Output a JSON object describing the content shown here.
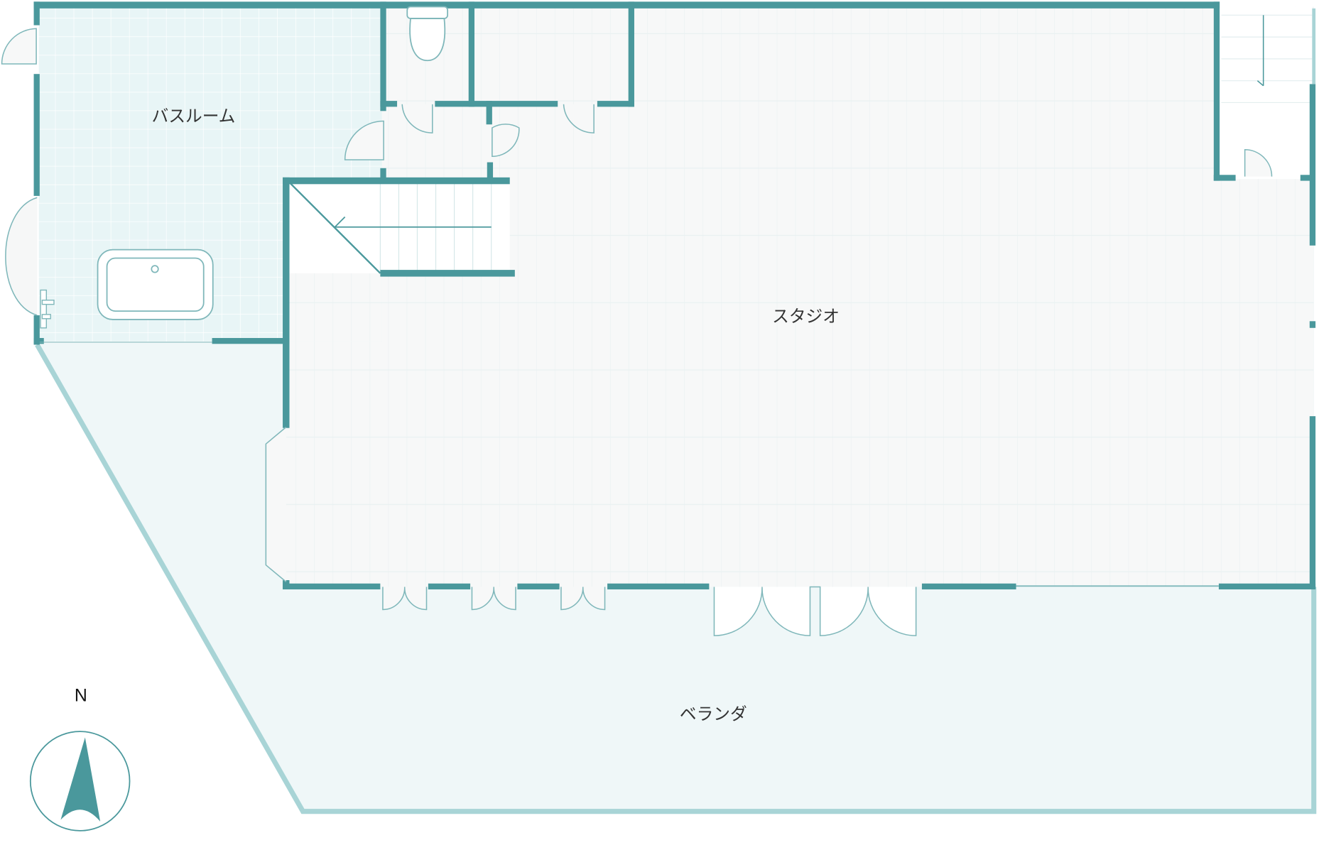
{
  "plan": {
    "rooms": [
      {
        "id": "bathroom",
        "label": "バスルーム"
      },
      {
        "id": "studio",
        "label": "スタジオ"
      },
      {
        "id": "veranda",
        "label": "ベランダ"
      }
    ],
    "compass": {
      "label": "N"
    }
  },
  "colors": {
    "wall": "#4a989c",
    "wall_light": "#a8d4d6",
    "bath_floor": "#e8f5f6",
    "studio_floor": "#f7f8f8",
    "veranda_floor": "#eff7f8",
    "fixture_stroke": "#7fb7ba"
  }
}
